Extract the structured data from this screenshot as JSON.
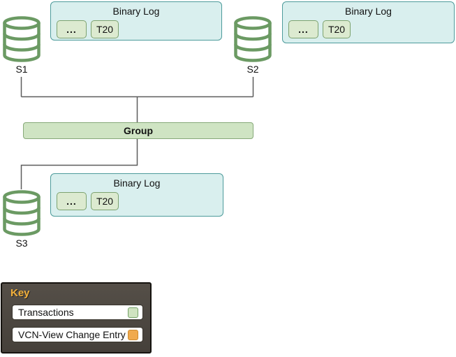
{
  "diagram": {
    "group_label": "Group",
    "servers": [
      {
        "label": "S1"
      },
      {
        "label": "S2"
      },
      {
        "label": "S3"
      }
    ],
    "binary_logs": [
      {
        "title": "Binary Log",
        "entries": [
          "...",
          "T20"
        ]
      },
      {
        "title": "Binary Log",
        "entries": [
          "...",
          "T20"
        ]
      },
      {
        "title": "Binary Log",
        "entries": [
          "...",
          "T20"
        ]
      }
    ]
  },
  "key": {
    "title": "Key",
    "items": [
      {
        "label": "Transactions",
        "color": "#cfe3c0",
        "border": "#74a167"
      },
      {
        "label": "VCN-View Change Entry",
        "color": "#f0aa4e",
        "border": "#cd8b2f"
      }
    ]
  },
  "colors": {
    "binary_log_fill": "#d9efee",
    "binary_log_border": "#4d9b9b",
    "transaction_fill": "#dcead0",
    "transaction_border": "#7da26f",
    "group_fill": "#cfe4c3",
    "group_border": "#86a978",
    "database_stroke": "#6b9a63",
    "connector_line": "#5c5c5c",
    "key_background": "#4a453e",
    "key_title_text": "#f2b03c"
  }
}
